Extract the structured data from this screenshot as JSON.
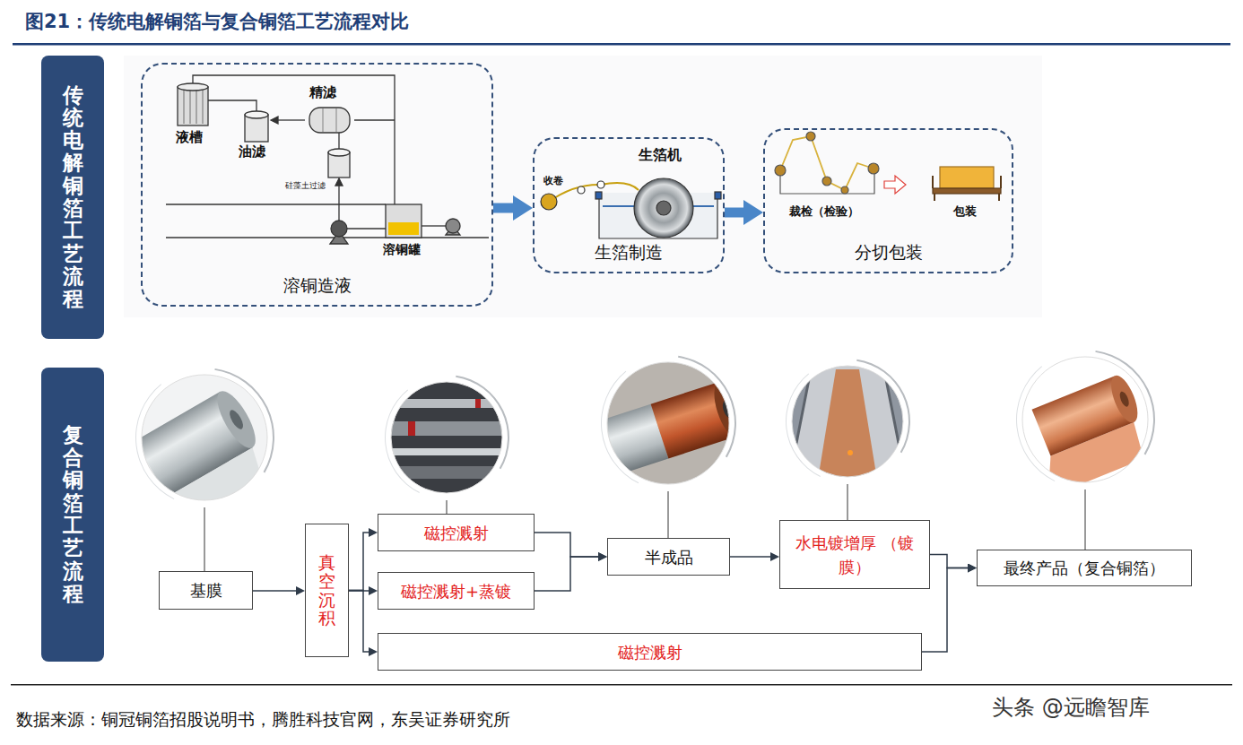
{
  "diagram": {
    "title": "图21：传统电解铜箔与复合铜箔工艺流程对比",
    "caption": "数据来源：铜冠铜箔招股说明书，腾胜科技官网，东吴证券研究所",
    "nodes": [
      {
        "text": [
          "传统电解铜箔工艺流程"
        ]
      },
      {
        "text": [
          "溶铜造液"
        ]
      },
      {
        "text": [
          "生箔制造"
        ]
      },
      {
        "text": [
          "分切包装"
        ]
      },
      {
        "text": [
          "复合铜箔工艺流程"
        ]
      },
      {
        "text": [
          "基膜"
        ]
      },
      {
        "text": [
          "真空沉积"
        ]
      },
      {
        "text": [
          "磁控溅射"
        ]
      },
      {
        "text": [
          "磁控溅射+蒸镀"
        ]
      },
      {
        "text": [
          "磁控溅射"
        ]
      },
      {
        "text": [
          "半成品"
        ]
      },
      {
        "text": [
          "水电镀增厚 （镀膜）"
        ]
      },
      {
        "text": [
          "最终产品（复合铜箔）"
        ]
      }
    ],
    "edges": [
      {
        "from": 1,
        "to": 2,
        "arrow": "to"
      },
      {
        "from": 2,
        "to": 3,
        "arrow": "to"
      },
      {
        "from": 5,
        "to": 6,
        "arrow": "to"
      },
      {
        "from": 6,
        "to": 7,
        "arrow": "to"
      },
      {
        "from": 6,
        "to": 8,
        "arrow": "to"
      },
      {
        "from": 6,
        "to": 9,
        "arrow": "to"
      },
      {
        "from": 7,
        "to": 10,
        "arrow": "to"
      },
      {
        "from": 8,
        "to": 10,
        "arrow": "to"
      },
      {
        "from": 10,
        "to": 11,
        "arrow": "to"
      },
      {
        "from": 11,
        "to": 12,
        "arrow": "to"
      },
      {
        "from": 9,
        "to": 12,
        "arrow": "to"
      }
    ],
    "labels": [
      "精滤",
      "液槽",
      "油滤",
      "硅藻土过滤",
      "溶铜罐",
      "收卷",
      "生箔机",
      "裁检（检验）",
      "包装",
      "头条 @远瞻智库"
    ]
  }
}
